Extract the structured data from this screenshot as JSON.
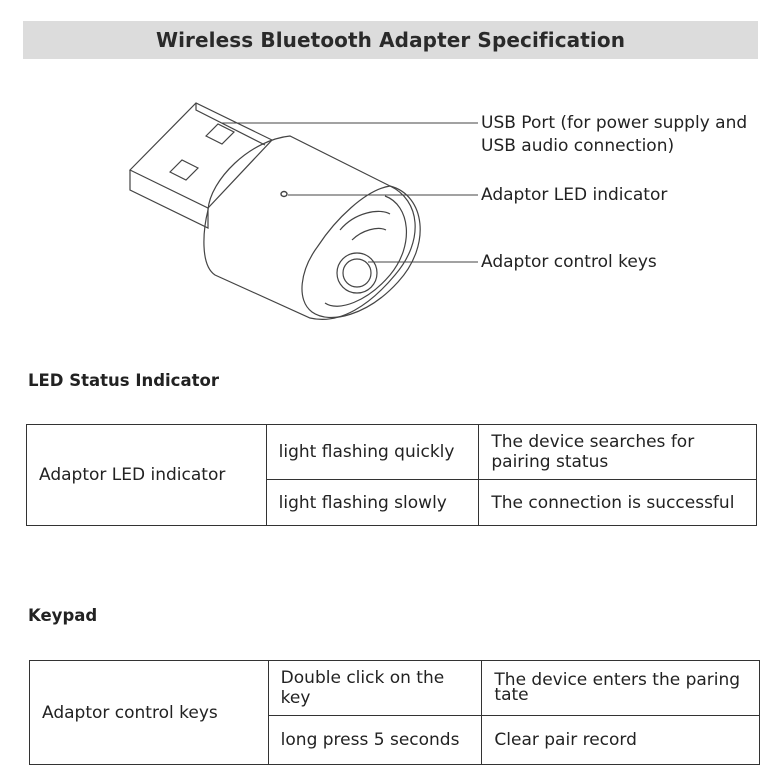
{
  "title": "Wireless Bluetooth Adapter Specification",
  "callouts": {
    "usb_port_line1": "USB Port (for power supply and",
    "usb_port_line2": "USB audio connection)",
    "led": "Adaptor LED indicator",
    "keys": "Adaptor control keys"
  },
  "led_section": {
    "heading": "LED Status Indicator",
    "row_label": "Adaptor LED indicator",
    "rows": [
      {
        "action": "light flashing quickly",
        "result_line1": "The device searches for",
        "result_line2": "pairing status"
      },
      {
        "action": "light flashing slowly",
        "result_line1": "The connection is successful"
      }
    ]
  },
  "keypad_section": {
    "heading": "Keypad",
    "row_label": "Adaptor control keys",
    "rows": [
      {
        "action": "Double click on the key",
        "result_line1": "The device enters the paring",
        "result_line2": "tate"
      },
      {
        "action": "long press 5 seconds",
        "result_line1": "Clear pair record"
      }
    ]
  }
}
